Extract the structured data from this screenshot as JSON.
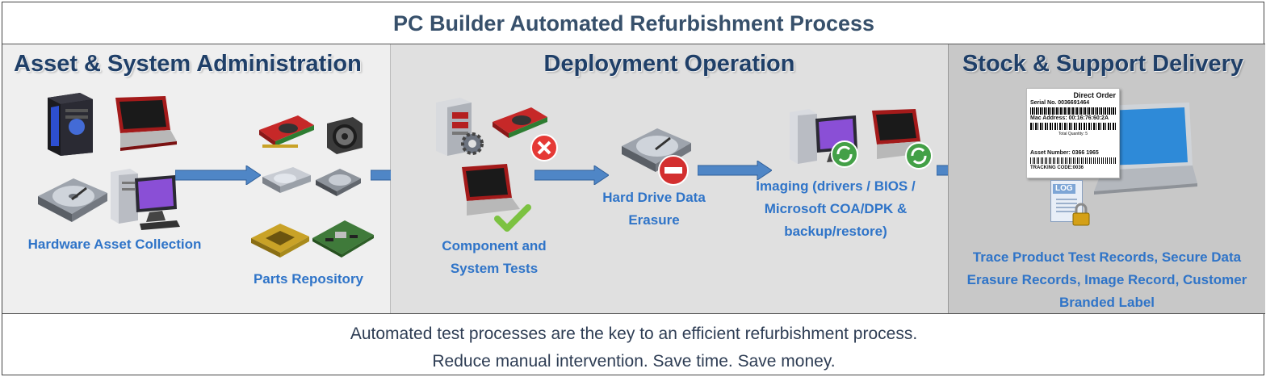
{
  "title": "PC Builder Automated Refurbishment Process",
  "sections": [
    {
      "title": "Asset & System Administration"
    },
    {
      "title": "Deployment Operation"
    },
    {
      "title": "Stock & Support Delivery"
    }
  ],
  "steps": {
    "hardware_asset_collection": "Hardware Asset Collection",
    "parts_repository": "Parts Repository",
    "component_tests_line1": "Component and",
    "component_tests_line2": "System Tests",
    "erasure_line1": "Hard Drive Data",
    "erasure_line2": "Erasure",
    "imaging_line1": "Imaging (drivers / BIOS /",
    "imaging_line2": "Microsoft COA/DPK &",
    "imaging_line3": "backup/restore)",
    "records_line1": "Trace Product Test Records, Secure Data",
    "records_line2": "Erasure Records, Image Record, Customer",
    "records_line3": "Branded Label"
  },
  "label_card": {
    "heading": "Direct Order",
    "serial": "Serial No. 0036691464",
    "mac": "Mac Address:   00:16:76:60:2A",
    "qty": "Total Quantity: 5",
    "asset": "Asset Number:  0366 1965",
    "tracking": "TRACKING CODE:0036",
    "log_tag": "LOG"
  },
  "footer": {
    "line1": "Automated test processes are the key to an efficient refurbishment process.",
    "line2": "Reduce manual intervention. Save time. Save money."
  },
  "colors": {
    "title": "#37506b",
    "section_title": "#1f3f68",
    "step_label": "#2f74c8",
    "arrow": "#4f86c6"
  },
  "icons": [
    "server-tower-icon",
    "laptop-red-icon",
    "hard-drive-icon",
    "desktop-pc-icon",
    "graphics-card-icon",
    "cpu-cooler-fan-icon",
    "optical-drive-icon",
    "cpu-chip-icon",
    "motherboard-icon",
    "gear-icon",
    "error-badge-icon",
    "check-badge-icon",
    "no-entry-badge-icon",
    "refresh-badge-icon",
    "barcode-label-icon",
    "log-file-icon",
    "lock-icon"
  ]
}
